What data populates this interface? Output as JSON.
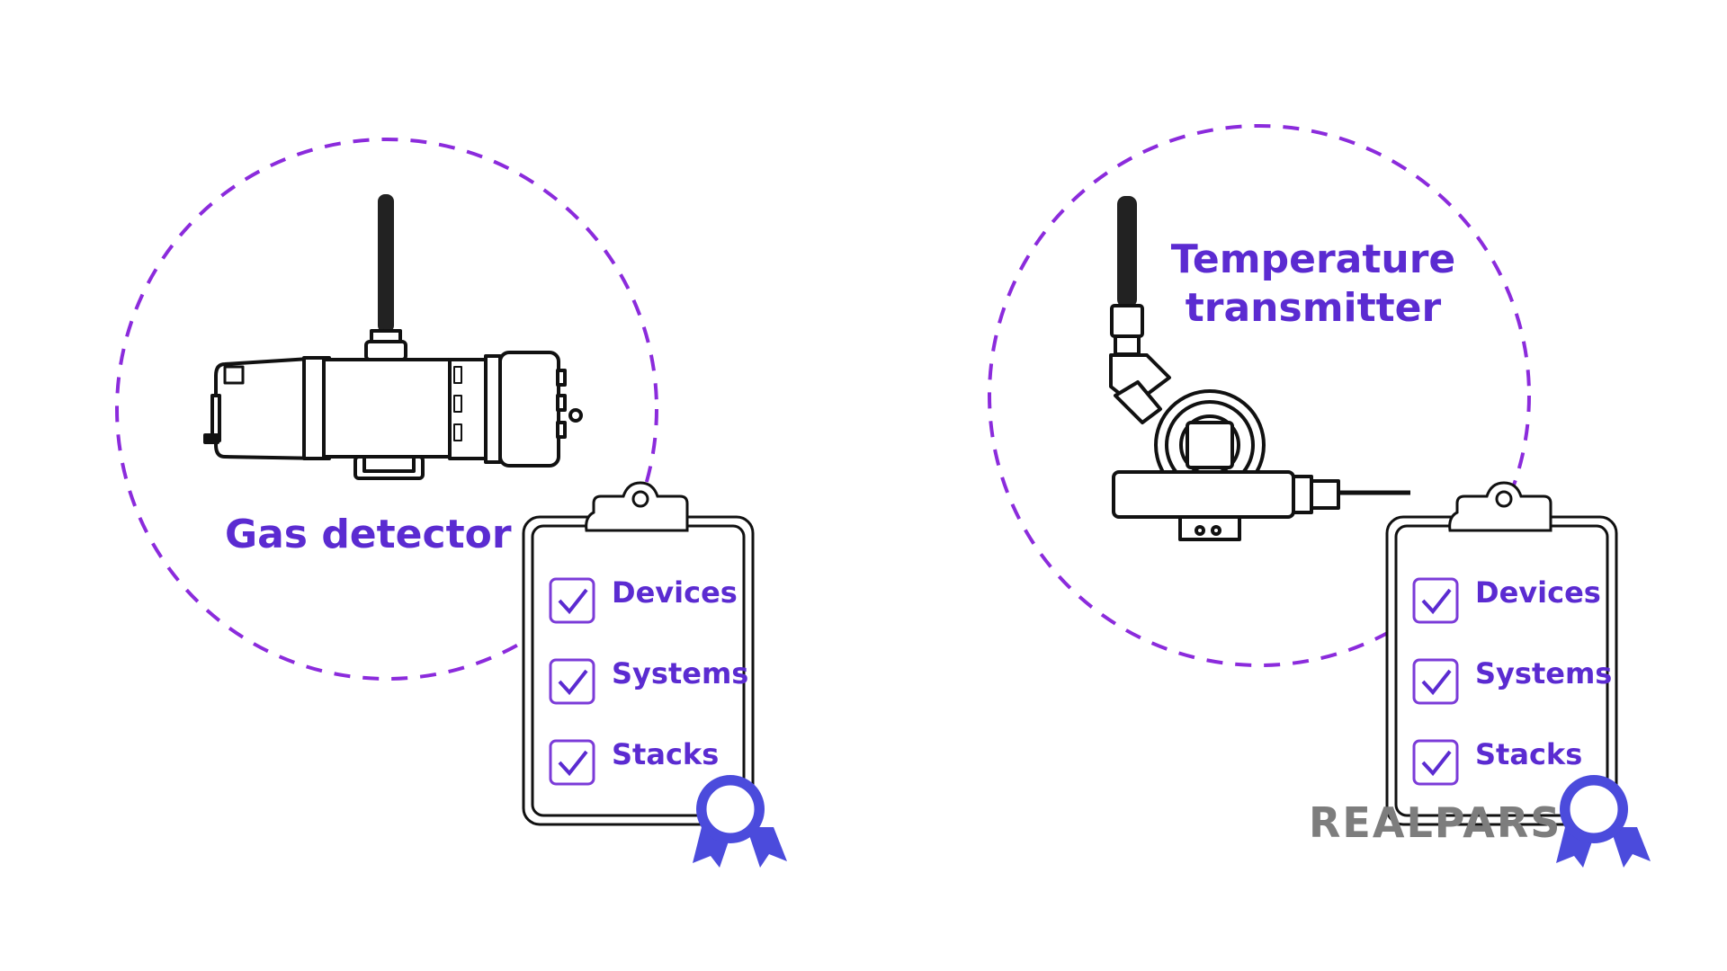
{
  "brand": {
    "logo_text": "REALPARS",
    "accent": "#5b2bd1",
    "ribbon": "#4b4bdc",
    "logo_color": "#7d7d7d"
  },
  "panels": [
    {
      "title": "Gas detector",
      "checklist": [
        "Devices",
        "Systems",
        "Stacks"
      ],
      "icons": [
        "gas-detector-icon",
        "clipboard-icon",
        "award-ribbon-icon"
      ]
    },
    {
      "title_line1": "Temperature",
      "title_line2": "transmitter",
      "checklist": [
        "Devices",
        "Systems",
        "Stacks"
      ],
      "icons": [
        "temperature-transmitter-icon",
        "clipboard-icon",
        "award-ribbon-icon"
      ]
    }
  ]
}
